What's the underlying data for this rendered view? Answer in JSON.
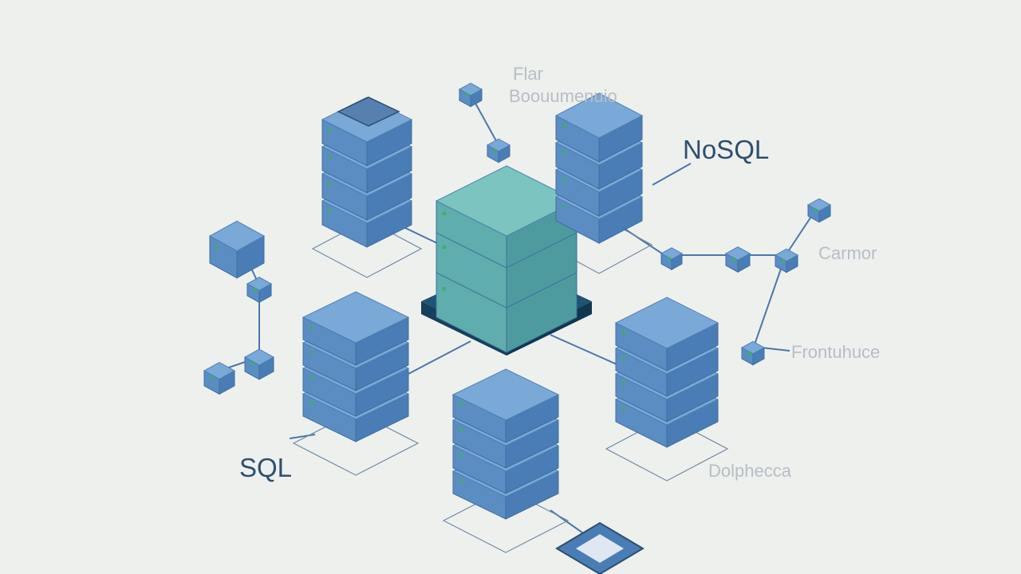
{
  "labels": {
    "nosql": "NoSQL",
    "sql": "SQL",
    "top_line1": "Flar",
    "top_line2": "Boouumenuio",
    "right_mid": "Carmor",
    "right_lower": "Frontuhuce",
    "bottom_right": "Dolphecca"
  },
  "colors": {
    "background": "#eef0ee",
    "blue_top": "#7aa9d8",
    "blue_left": "#5b8dc2",
    "blue_right": "#4a7db5",
    "teal_top": "#7cc4bf",
    "teal_left": "#5fadac",
    "teal_right": "#4d9b9f",
    "base_dark": "#1e5376",
    "connector": "#4a77a8",
    "label_strong": "#2d4f6e",
    "label_faint": "#b6bec5"
  }
}
